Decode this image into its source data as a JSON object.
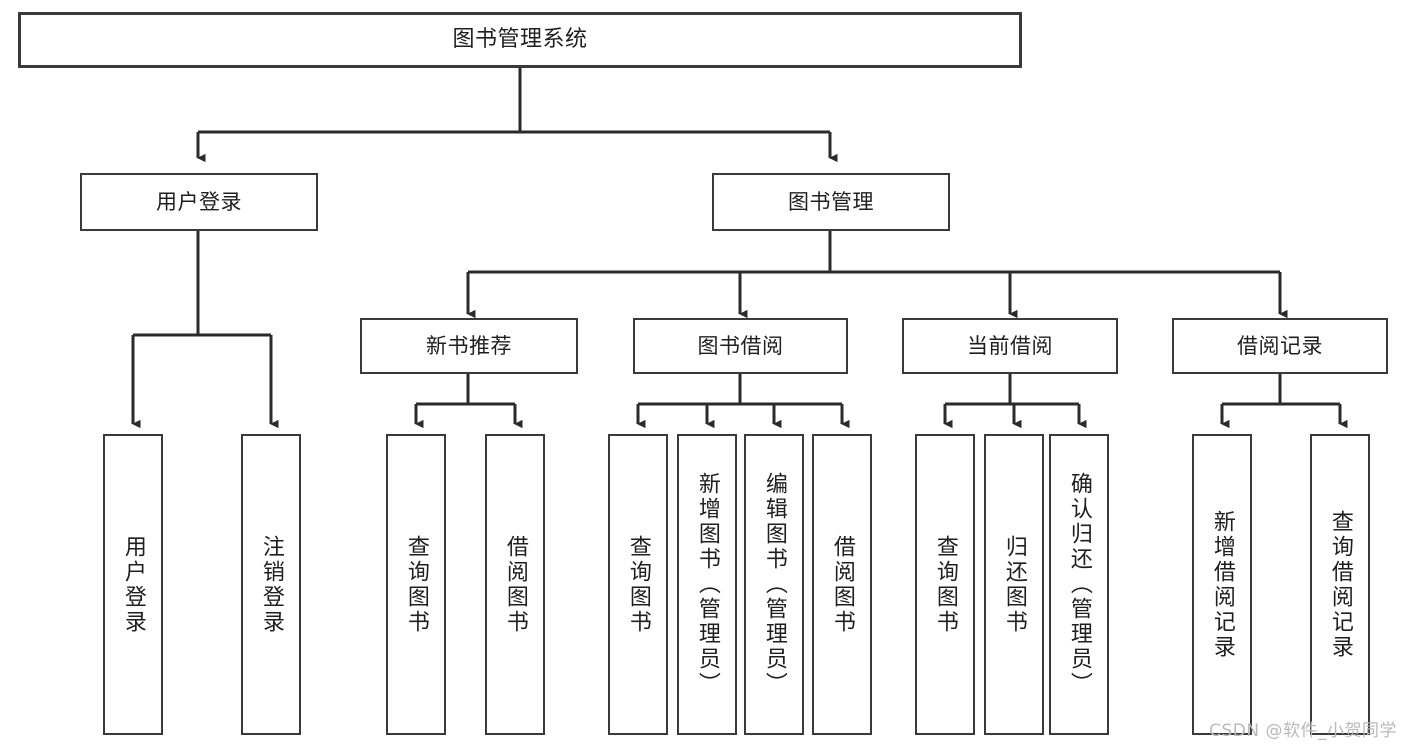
{
  "diagram": {
    "title": "图书管理系统",
    "type": "tree-hierarchy",
    "watermark": "CSDN @软件_小贺同学",
    "colors": {
      "background": "#ffffff",
      "box_border": "#3a3a3a",
      "box_fill": "#ffffff",
      "text": "#1f1f1f",
      "connector": "#2b2b2b",
      "watermark": "#b9b9b9"
    }
  },
  "root": {
    "label": "图书管理系统"
  },
  "level1": [
    {
      "label": "用户登录"
    },
    {
      "label": "图书管理"
    }
  ],
  "level2": [
    {
      "label": "新书推荐"
    },
    {
      "label": "图书借阅"
    },
    {
      "label": "当前借阅"
    },
    {
      "label": "借阅记录"
    }
  ],
  "leaves": {
    "user_login": [
      {
        "label": "用户登录"
      },
      {
        "label": "注销登录"
      }
    ],
    "new_book_recommend": [
      {
        "label": "查询图书"
      },
      {
        "label": "借阅图书"
      }
    ],
    "book_borrow": [
      {
        "label": "查询图书"
      },
      {
        "label": "新增图书（管理员）"
      },
      {
        "label": "编辑图书（管理员）"
      },
      {
        "label": "借阅图书"
      }
    ],
    "current_borrow": [
      {
        "label": "查询图书"
      },
      {
        "label": "归还图书"
      },
      {
        "label": "确认归还（管理员）"
      }
    ],
    "borrow_record": [
      {
        "label": "新增借阅记录"
      },
      {
        "label": "查询借阅记录"
      }
    ]
  }
}
